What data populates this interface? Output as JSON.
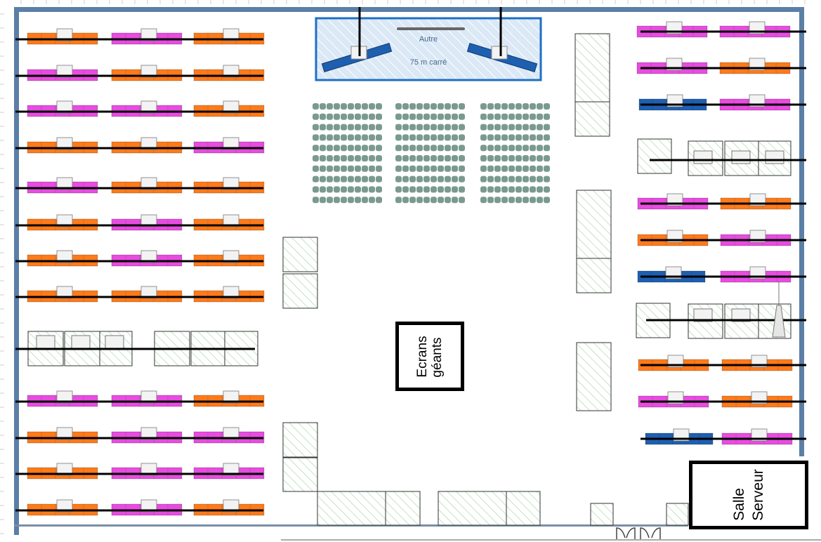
{
  "stage": {
    "title": "Autre",
    "area": "75 m carré"
  },
  "labels": {
    "giant_screens_line1": "Ecrans",
    "giant_screens_line2": "géants",
    "server_room_line1": "Salle",
    "server_room_line2": "Serveur"
  },
  "colors": {
    "wall": "#5b7fa6",
    "orange": "#ff7a1a",
    "magenta": "#e84ce0",
    "blue": "#1e5fb0",
    "stage_border": "#1e6fc4",
    "stage_fill": "#dbe8f6",
    "seat": "#7a9a90",
    "cabinet_hatch": "#9bd39b",
    "cable": "#000000"
  },
  "left_desk_rows": [
    [
      "orange",
      "magenta",
      "orange"
    ],
    [
      "magenta",
      "orange",
      "orange"
    ],
    [
      "magenta",
      "magenta",
      "orange"
    ],
    [
      "orange",
      "orange",
      "magenta"
    ],
    [
      "magenta",
      "orange",
      "orange"
    ],
    [
      "orange",
      "magenta",
      "orange"
    ],
    [
      "orange",
      "magenta",
      "orange"
    ],
    [
      "orange",
      "orange",
      "orange"
    ],
    [
      "magenta",
      "magenta",
      "orange"
    ],
    [
      "orange",
      "magenta",
      "magenta"
    ],
    [
      "orange",
      "magenta",
      "magenta"
    ],
    [
      "orange",
      "magenta",
      "orange"
    ]
  ],
  "right_desk_rows": [
    [
      "magenta",
      "magenta"
    ],
    [
      "magenta",
      "orange"
    ],
    [
      "blue",
      "magenta"
    ],
    [
      "magenta",
      "orange"
    ],
    [
      "orange",
      "magenta"
    ],
    [
      "blue",
      "magenta"
    ],
    [
      "orange",
      "orange"
    ],
    [
      "magenta",
      "orange"
    ],
    [
      "blue",
      "magenta"
    ]
  ],
  "audience": {
    "blocks": 3,
    "rows": 10,
    "seats_per_row": 10
  }
}
